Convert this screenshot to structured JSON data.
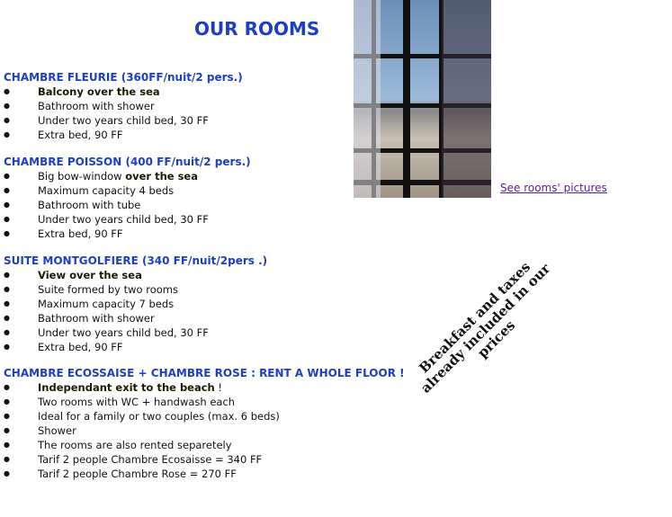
{
  "title": "OUR ROOMS",
  "link": "See rooms' pictures",
  "note": [
    "Breakfast and taxes",
    "already included in our prices"
  ],
  "sections": [
    {
      "heading": "CHAMBRE FLEURIE  (360FF/nuit/2 pers.)",
      "items": [
        {
          "pre": "",
          "bold": "Balcony over the sea",
          "post": ""
        },
        {
          "pre": "Bathroom with shower"
        },
        {
          "pre": "Under two years child bed, 30 FF"
        },
        {
          "pre": "Extra bed, 90 FF"
        }
      ]
    },
    {
      "heading": "CHAMBRE POISSON (400 FF/nuit/2 pers.)",
      "items": [
        {
          "pre": "Big bow-window ",
          "bold": "over the sea"
        },
        {
          "pre": "Maximum capacity 4 beds"
        },
        {
          "pre": "Bathroom with tube"
        },
        {
          "pre": "Under two years child bed, 30 FF"
        },
        {
          "pre": "Extra bed, 90 FF"
        }
      ]
    },
    {
      "heading": "SUITE MONTGOLFIERE (340 FF/nuit/2pers .)",
      "items": [
        {
          "pre": "",
          "bold": "View over the sea"
        },
        {
          "pre": "Suite formed by two rooms"
        },
        {
          "pre": "Maximum capacity 7 beds"
        },
        {
          "pre": "Bathroom with shower"
        },
        {
          "pre": "Under two years child bed, 30 FF"
        },
        {
          "pre": "Extra bed, 90 FF"
        }
      ]
    },
    {
      "heading": "CHAMBRE ECOSSAISE + CHAMBRE  ROSE : RENT A WHOLE FLOOR !",
      "items": [
        {
          "pre": "",
          "bold": "Independant exit to the beach",
          "post": " !"
        },
        {
          "pre": "Two rooms with WC + handwash each"
        },
        {
          "pre": "Ideal for a family or two couples (max. 6 beds)"
        },
        {
          "pre": "Shower"
        },
        {
          "pre": "The rooms are also rented separetely"
        },
        {
          "pre": "Tarif 2 people Chambre Ecosaisse = 340 FF"
        },
        {
          "pre": "Tarif 2 people Chambre Rose = 270 FF"
        }
      ]
    }
  ]
}
